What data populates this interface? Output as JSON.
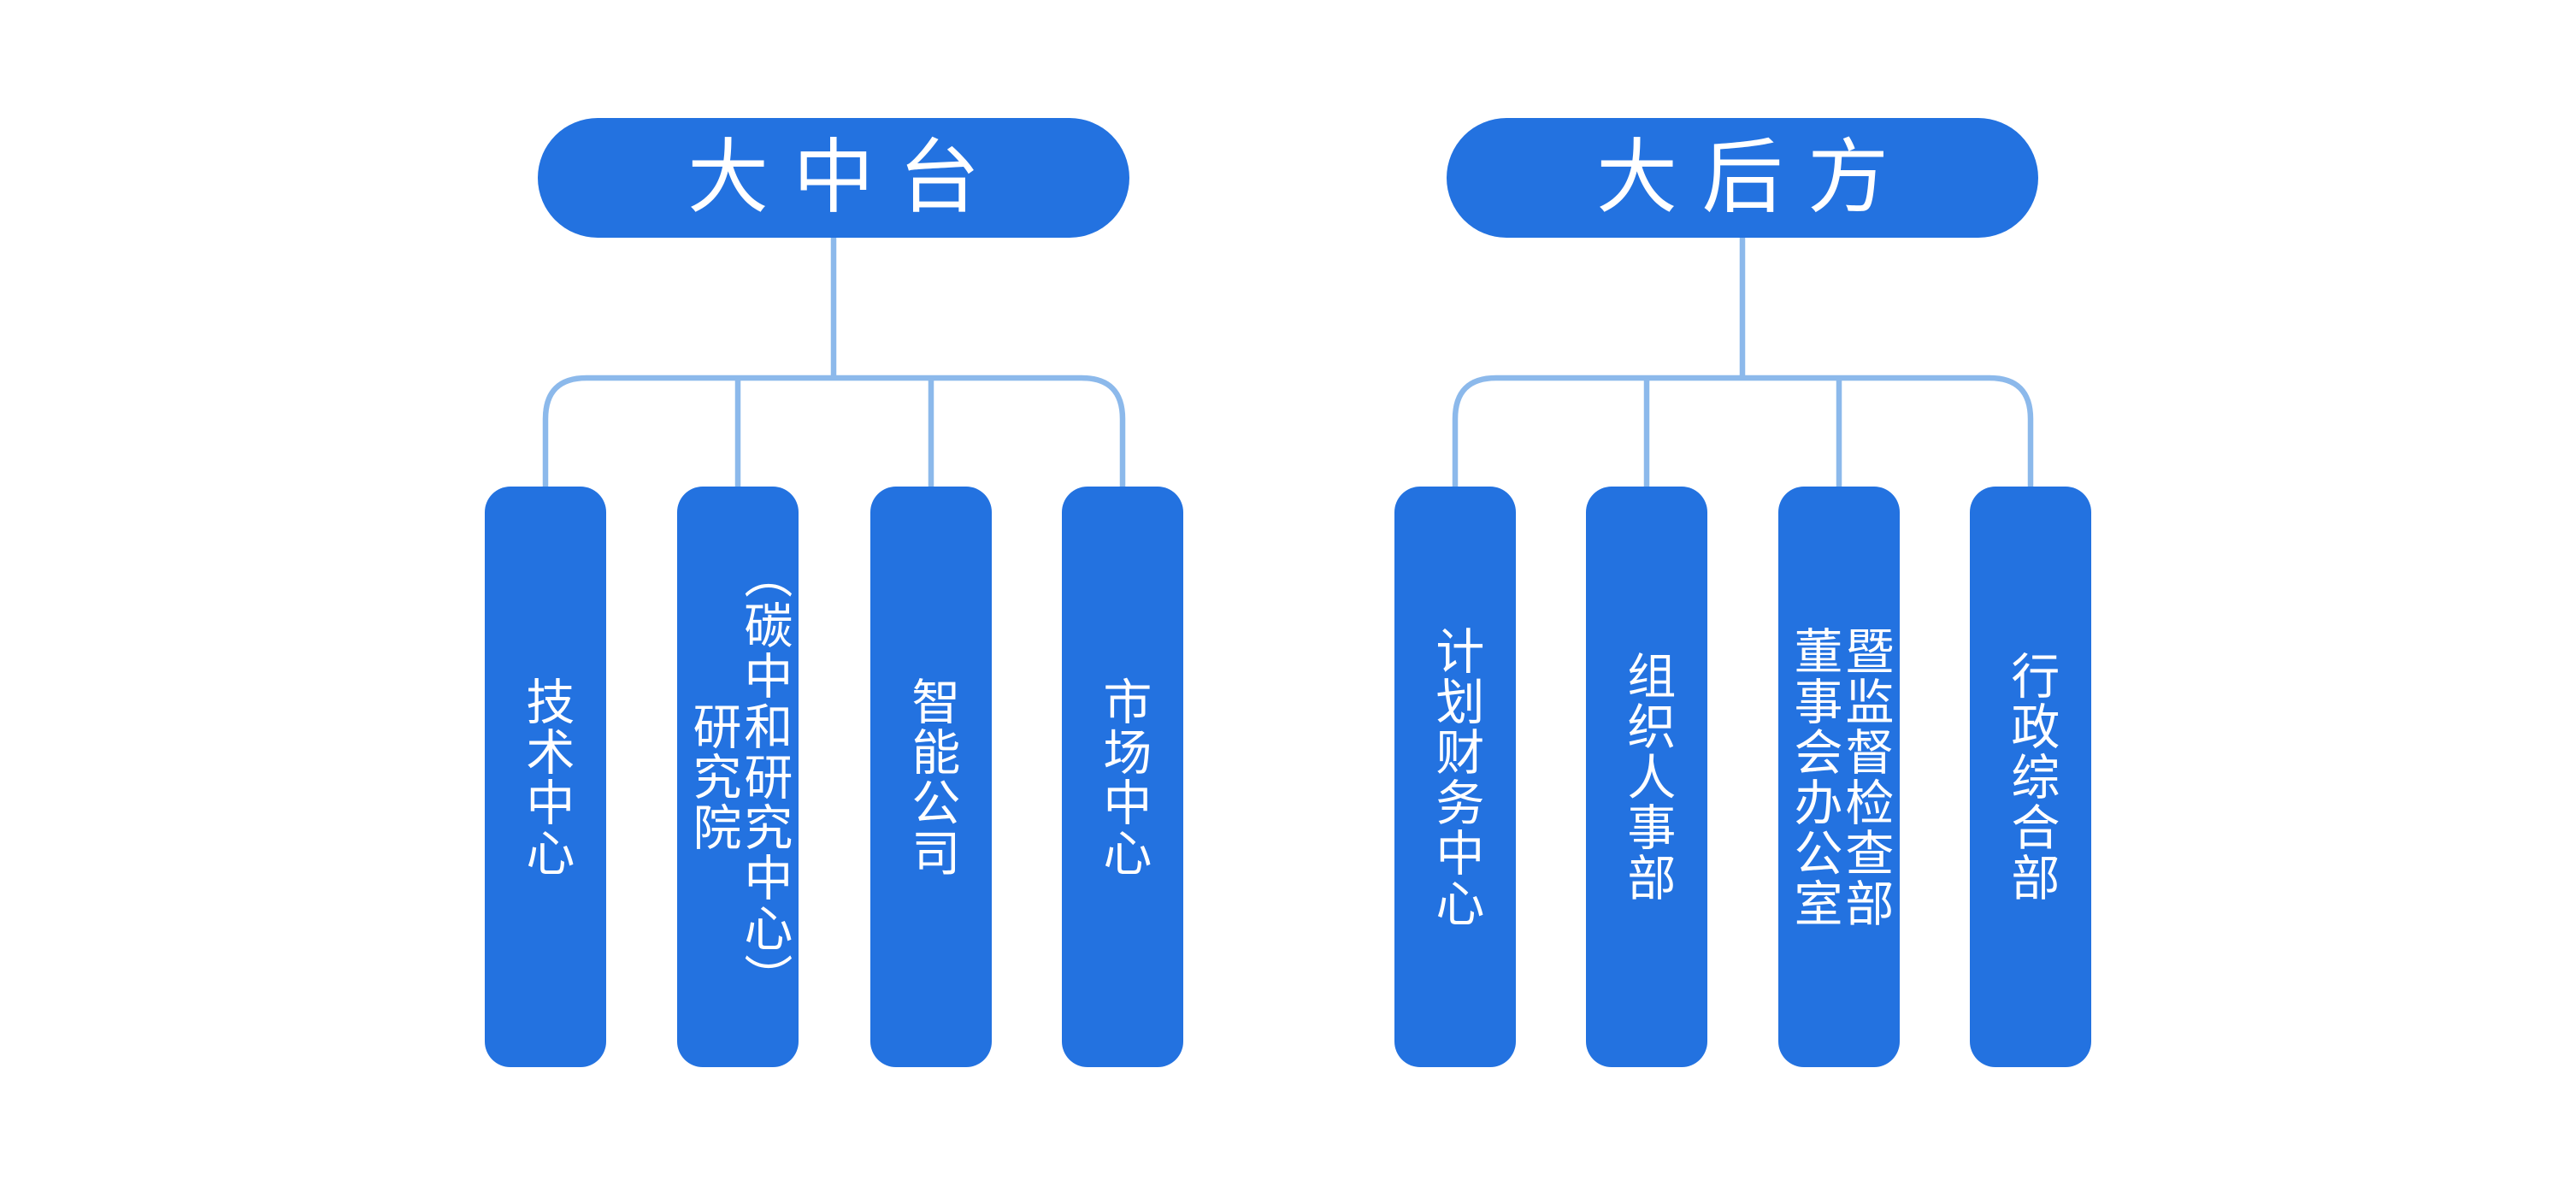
{
  "diagram": {
    "type": "org-chart",
    "colors": {
      "node_fill": "#2372E0",
      "node_text": "#ffffff",
      "connector": "#8CB9EB",
      "canvas_bg": "#ffffff"
    },
    "groups": [
      {
        "root": {
          "label": "大中台"
        },
        "children": [
          {
            "label": "技术中心"
          },
          {
            "label": "研究院\n（碳中和研究中心）",
            "full_label": "研究院（碳中和研究中心）"
          },
          {
            "label": "智能公司"
          },
          {
            "label": "市场中心"
          }
        ]
      },
      {
        "root": {
          "label": "大后方"
        },
        "children": [
          {
            "label": "计划财务中心"
          },
          {
            "label": "组织人事部"
          },
          {
            "label": "董事会办公室\n暨监督检查部",
            "full_label": "董事会办公室暨监督检查部"
          },
          {
            "label": "行政综合部"
          }
        ]
      }
    ]
  }
}
